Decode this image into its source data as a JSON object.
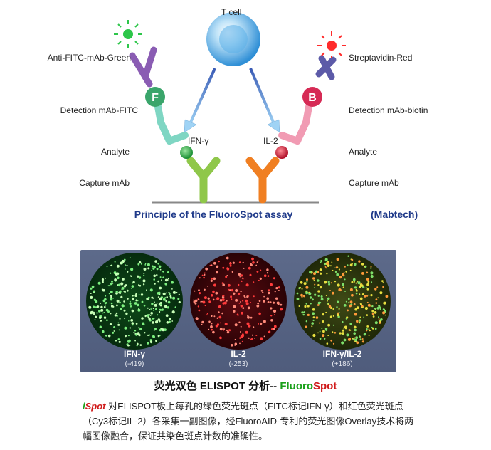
{
  "diagram": {
    "tcell_label": "T cell",
    "left": {
      "anti_fitc": "Anti-FITC-mAb-Green",
      "detection": "Detection mAb-FITC",
      "analyte": "Analyte",
      "capture": "Capture mAb",
      "marker_letter": "F",
      "cytokine": "IFN-γ"
    },
    "right": {
      "streptavidin": "Streptavidin-Red",
      "detection": "Detection mAb-biotin",
      "analyte": "Analyte",
      "capture": "Capture mAb",
      "marker_letter": "B",
      "cytokine": "IL-2"
    },
    "caption": "Principle of the FluoroSpot assay",
    "source": "(Mabtech)",
    "colors": {
      "green": "#2aa84a",
      "red": "#d9182f",
      "purple": "#8a5cb3",
      "pink": "#f19bb3",
      "teal": "#7fd6c3",
      "capture_green": "#8fc74a",
      "capture_orange": "#f07f22",
      "tcell": "#3da3e2"
    }
  },
  "plates": [
    {
      "label": "IFN-γ",
      "count": "(-419)",
      "color": "green"
    },
    {
      "label": "IL-2",
      "count": "(-253)",
      "color": "red"
    },
    {
      "label": "IFN-γ/IL-2",
      "count": "(+186)",
      "color": "merge"
    }
  ],
  "title": {
    "part1": "荧光双色 ELISPOT 分析-- ",
    "fluoro1": "Fluoro",
    "fluoro2": "Spot"
  },
  "paragraph": {
    "ispot_i": "i",
    "ispot_rest": "Spot",
    "text": " 对ELISPOT板上每孔的绿色荧光斑点（FITC标记IFN-γ）和红色荧光斑点（Cy3标记IL-2）各采集一副图像，经FluoroAID-专利的荧光图像Overlay技术将两幅图像融合，保证共染色斑点计数的准确性。"
  }
}
